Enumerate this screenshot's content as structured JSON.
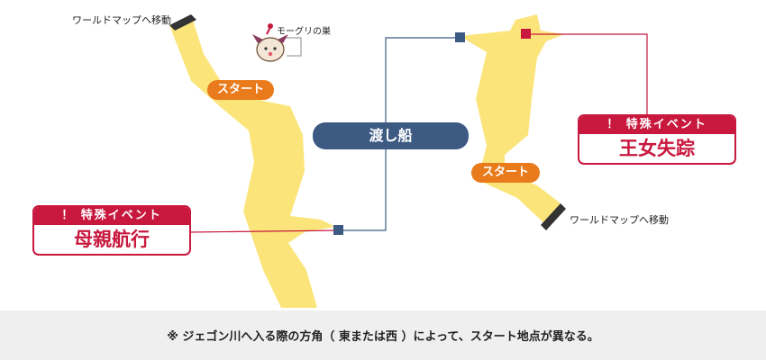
{
  "map": {
    "world_map_label_left": "ワールドマップへ移動",
    "world_map_label_right": "ワールドマップへ移動",
    "moogle_nest_label": "モーグリの巣",
    "start_left": "スタート",
    "start_right": "スタート",
    "ferry_label": "渡し船",
    "event_left": {
      "tag": "！ 特殊イベント",
      "name": "母親航行"
    },
    "event_right": {
      "tag": "！ 特殊イベント",
      "name": "王女失踪"
    }
  },
  "footer": {
    "note": "※ ジェゴン川へ入る際の方角（ 東または西 ）によって、スタート地点が異なる。"
  },
  "colors": {
    "river": "#fbe57b",
    "start": "#e97b1c",
    "ferry": "#3d5a83",
    "event": "#c8183e",
    "footer_bg": "#efefef"
  }
}
